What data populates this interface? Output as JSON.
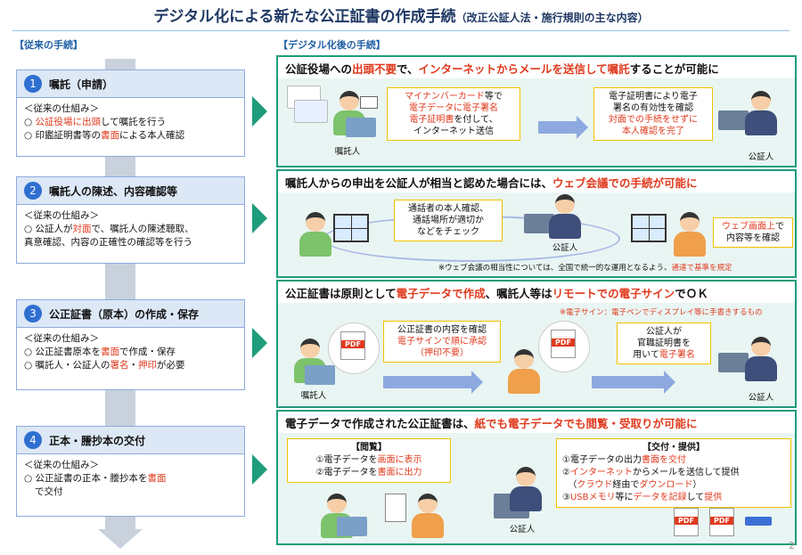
{
  "title": "デジタル化による新たな公正証書の作成手続",
  "subtitle": "（改正公証人法・施行規則の主な内容）",
  "left_header": "【従来の手続】",
  "right_header": "【デジタル化後の手続】",
  "page_number": "2",
  "steps": [
    {
      "num": "1",
      "title": "嘱託（申請）",
      "system": "＜従来の仕組み＞",
      "l1a": "○ ",
      "l1b": "公証役場に出頭",
      "l1c": "して嘱託を行う",
      "l2a": "○ 印鑑証明書等の",
      "l2b": "書面",
      "l2c": "による本人確認"
    },
    {
      "num": "2",
      "title": "嘱託人の陳述、内容確認等",
      "system": "＜従来の仕組み＞",
      "l1a": "○ 公証人が",
      "l1b": "対面",
      "l1c": "で、嘱託人の陳述聴取、",
      "l2a": "真意確認、内容の正確性の確認等を行う"
    },
    {
      "num": "3",
      "title": "公正証書（原本）の作成・保存",
      "system": "＜従来の仕組み＞",
      "l1a": "○ 公正証書原本を",
      "l1b": "書面",
      "l1c": "で作成・保存",
      "l2a": "○ 嘱託人・公証人の",
      "l2b": "署名",
      "l2c": "・",
      "l2d": "押印",
      "l2e": "が必要"
    },
    {
      "num": "4",
      "title": "正本・謄抄本の交付",
      "system": "＜従来の仕組み＞",
      "l1a": "○ 公正証書の正本・謄抄本を",
      "l1b": "書面",
      "l2a": "で交付"
    }
  ],
  "panel1": {
    "h_a": "公証役場への",
    "h_b": "出頭不要",
    "h_c": "で、",
    "h_d": "インターネットからメールを送信して嘱託",
    "h_e": "することが可能に",
    "c1_a": "マイナンバーカード",
    "c1_b": "等で",
    "c1_c": "電子データに電子署名",
    "c1_d": "電子証明書",
    "c1_e": "を付して、",
    "c1_f": "インターネット送信",
    "c2_a": "電子証明書により電子",
    "c2_b": "署名の有効性を確認",
    "c2_c": "対面での手続をせずに",
    "c2_d": "本人確認を完了",
    "cap_client": "嘱託人",
    "cap_notary": "公証人"
  },
  "panel2": {
    "h_a": "嘱託人からの申出を公証人が相当と認めた場合には、",
    "h_b": "ウェブ会議での手続が可能に",
    "c1_a": "通話者の本人確認、",
    "c1_b": "通話場所が適切か",
    "c1_c": "などをチェック",
    "c2_a": "ウェブ画面上",
    "c2_b": "で",
    "c2_c": "内容等を確認",
    "cap_notary": "公証人",
    "note_a": "※ウェブ会議の相当性については、全国で統一的な運用となるよう、",
    "note_b": "通達で基準を規定"
  },
  "panel3": {
    "h_a": "公正証書は原則として",
    "h_b": "電子データで作成",
    "h_c": "、嘱託人等は",
    "h_d": "リモートでの電子サイン",
    "h_e": "でＯＫ",
    "note": "※電子サイン：電子ペンでディスプレイ等に手書きするもの",
    "c1_a": "公正証書の内容を確認",
    "c1_b": "電子サインで順に承認",
    "c1_c": "（押印不要）",
    "c2_a": "公証人が",
    "c2_b": "官職証明書を",
    "c2_c": "用いて",
    "c2_d": "電子署名",
    "cap_client": "嘱託人",
    "cap_notary": "公証人",
    "pdf": "PDF"
  },
  "panel4": {
    "h_a": "電子データで作成された公正証書は、",
    "h_b": "紙でも電子データでも閲覧・受取りが可能に",
    "view_title": "【閲覧】",
    "v1_a": "①電子データを",
    "v1_b": "画面に表示",
    "v2_a": "②電子データを",
    "v2_b": "書面に出力",
    "del_title": "【交付・提供】",
    "d1_a": "①電子データの出力",
    "d1_b": "書面を交付",
    "d2_a": "②",
    "d2_b": "インターネット",
    "d2_c": "からメールを送信して提供",
    "d2_d": "（",
    "d2_e": "クラウド",
    "d2_f": "経由で",
    "d2_g": "ダウンロード",
    "d2_h": "）",
    "d3_a": "③",
    "d3_b": "USBメモリ",
    "d3_c": "等に",
    "d3_d": "データを記録",
    "d3_e": "して",
    "d3_f": "提供",
    "cap_notary": "公証人",
    "pdf": "PDF"
  }
}
